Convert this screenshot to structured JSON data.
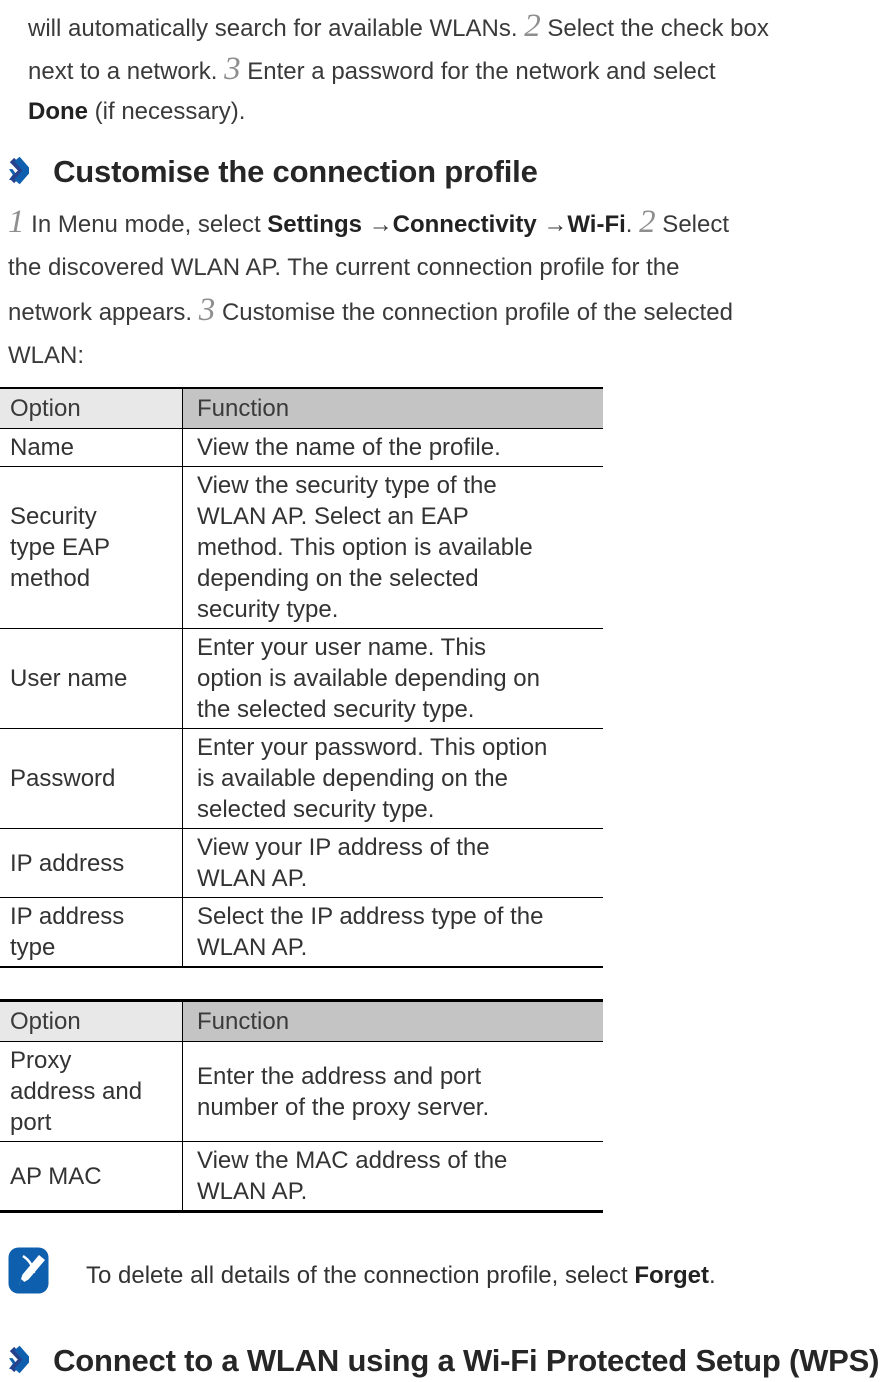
{
  "colors": {
    "accent_blue": "#0e5fad",
    "accent_blue_dark": "#27418c",
    "step_number_gray": "#8e8e8e",
    "table_header_option_bg": "#e8e8e8",
    "table_header_function_bg": "#c4c4c4",
    "table_border": "#000000",
    "body_text": "#3a3a3a"
  },
  "intro_paragraph": {
    "lines": [
      [
        [
          "t",
          "will automatically search for available WLANs. "
        ],
        [
          "n",
          "2"
        ],
        [
          "t",
          " Select the check box"
        ]
      ],
      [
        [
          "t",
          "next to a network. "
        ],
        [
          "n",
          "3"
        ],
        [
          "t",
          " Enter a password for the network and select"
        ]
      ],
      [
        [
          "b",
          "Done"
        ],
        [
          "t",
          " (if necessary)."
        ]
      ]
    ]
  },
  "sections": {
    "customise": {
      "bullet": "›",
      "title": "Customise the connection profile"
    },
    "wps": {
      "bullet": "›",
      "title": "Connect to a WLAN using a Wi-Fi Protected Setup (WPS)"
    }
  },
  "steps_paragraph": {
    "lines": [
      [
        [
          "n",
          "1"
        ],
        [
          "t",
          " In Menu mode, select "
        ],
        [
          "b",
          "Settings"
        ],
        [
          "t",
          " →"
        ],
        [
          "b",
          "Connectivity"
        ],
        [
          "t",
          " →"
        ],
        [
          "b",
          "Wi-Fi"
        ],
        [
          "t",
          ". "
        ],
        [
          "n",
          "2"
        ],
        [
          "t",
          " Select"
        ]
      ],
      [
        [
          "t",
          "the discovered WLAN AP. The current connection profile for the"
        ]
      ],
      [
        [
          "t",
          "network appears. "
        ],
        [
          "n",
          "3"
        ],
        [
          "t",
          " Customise the connection profile of the selected"
        ]
      ],
      [
        [
          "t",
          "WLAN:"
        ]
      ]
    ]
  },
  "tables": [
    {
      "headers": [
        "Option",
        "Function"
      ],
      "rows": [
        {
          "option": [
            "Name"
          ],
          "function": [
            "View the name of the profile."
          ]
        },
        {
          "option": [
            "Security",
            "type EAP",
            "method"
          ],
          "function": [
            "View the security type of the",
            "WLAN AP. Select an EAP",
            "method. This option is available",
            "depending on the selected",
            "security type."
          ]
        },
        {
          "option": [
            "User name"
          ],
          "function": [
            "Enter your user name. This",
            "option is available depending on",
            "the selected security type."
          ]
        },
        {
          "option": [
            "Password"
          ],
          "function": [
            "Enter your password. This option",
            "is available depending on the",
            "selected security type."
          ]
        },
        {
          "option": [
            "IP address"
          ],
          "function": [
            "View your IP address of the",
            "WLAN AP."
          ]
        },
        {
          "option": [
            "IP address",
            "type"
          ],
          "function": [
            "Select the IP address type of the",
            "WLAN AP."
          ]
        }
      ]
    },
    {
      "headers": [
        "Option",
        "Function"
      ],
      "rows": [
        {
          "option": [
            "Proxy",
            "address and",
            "port"
          ],
          "function": [
            "Enter the address and port",
            "number of the proxy server."
          ]
        },
        {
          "option": [
            "AP MAC"
          ],
          "function": [
            "View the MAC address of the",
            "WLAN AP."
          ]
        }
      ]
    }
  ],
  "note": {
    "lines": [
      [
        [
          "t",
          "To delete all details of the connection profile, select "
        ],
        [
          "b",
          "Forget"
        ],
        [
          "t",
          "."
        ]
      ]
    ]
  }
}
